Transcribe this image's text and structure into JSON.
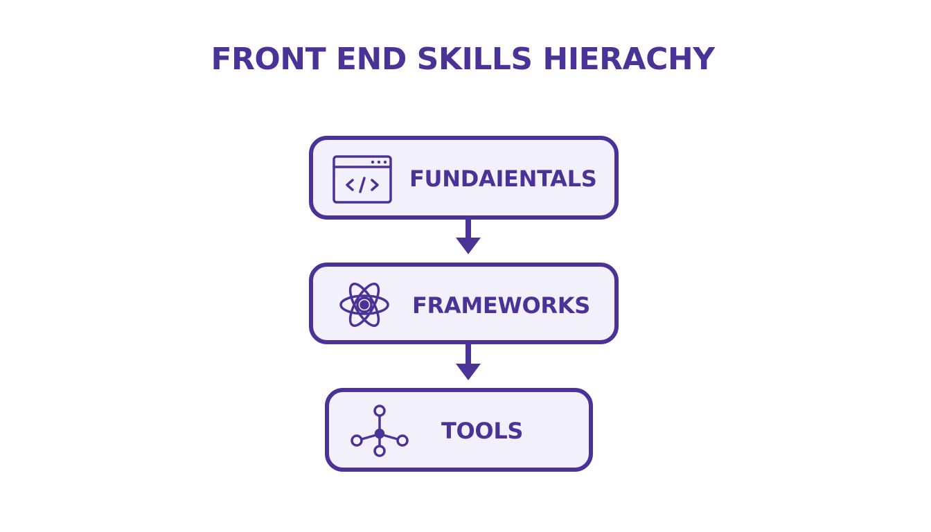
{
  "title": "FRONT END SKILLS HIERACHY",
  "colors": {
    "primary": "#4a3296",
    "box_fill": "#f2f0fa",
    "background": "#ffffff"
  },
  "levels": [
    {
      "label": "FUNDAIENTALS",
      "icon": "code-window-icon"
    },
    {
      "label": "FRAMEWORKS",
      "icon": "atom-icon"
    },
    {
      "label": "TOOLS",
      "icon": "node-graph-icon"
    }
  ]
}
